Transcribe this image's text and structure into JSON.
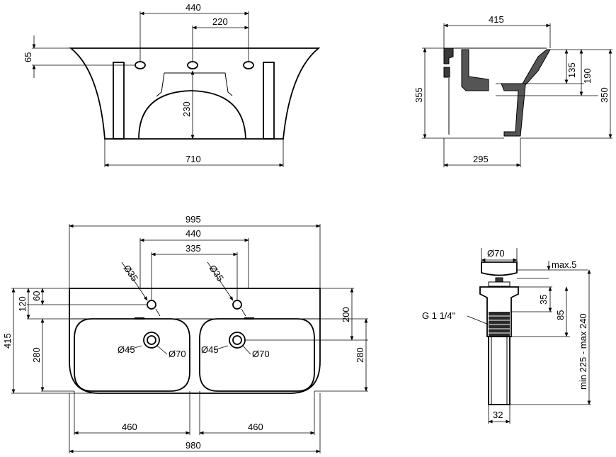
{
  "front_view": {
    "dim_top_outer": "440",
    "dim_top_inner": "220",
    "dim_height_left": "65",
    "dim_arch": "230",
    "dim_bottom": "710"
  },
  "side_view": {
    "dim_top": "415",
    "dim_height_left": "355",
    "dim_r1": "135",
    "dim_r2": "190",
    "dim_r3": "350",
    "dim_bottom": "295"
  },
  "plan_view": {
    "dim_total_width": "995",
    "dim_tap_outer": "440",
    "dim_tap_inner": "335",
    "dim_hole_left": "Ø35",
    "dim_hole_right": "Ø35",
    "dim_left_60": "60",
    "dim_left_120": "120",
    "dim_left_415": "415",
    "dim_left_280": "280",
    "dim_right_200": "200",
    "dim_right_280": "280",
    "dim_drain_left_45": "Ø45",
    "dim_drain_left_70": "Ø70",
    "dim_drain_right_45": "Ø45",
    "dim_drain_right_70": "Ø70",
    "dim_bowl_left": "460",
    "dim_bowl_right": "460",
    "dim_bottom_980": "980"
  },
  "drain_view": {
    "dim_top": "Ø70",
    "dim_max": "max.5",
    "dim_35": "35",
    "dim_85": "85",
    "dim_range": "min 225 - max 240",
    "thread": "G 1 1/4\"",
    "dim_bottom": "32"
  }
}
